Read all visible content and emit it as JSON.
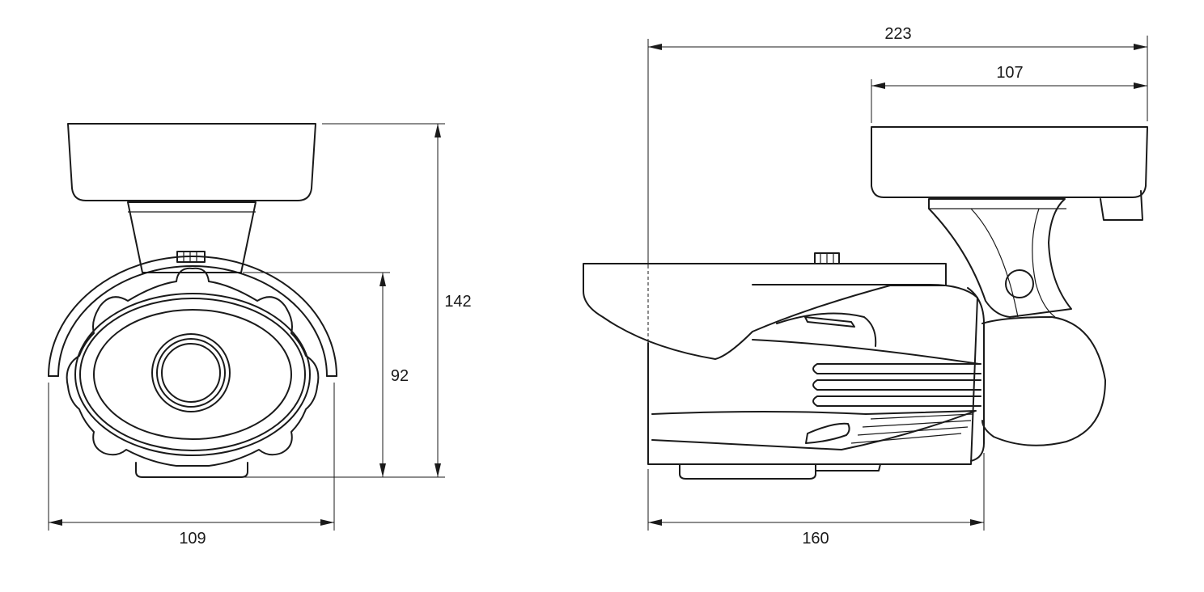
{
  "dimensions": {
    "front_width": "109",
    "front_height_total": "142",
    "front_height_body": "92",
    "side_length_total": "223",
    "side_bracket_length": "107",
    "side_body_length": "160"
  },
  "colors": {
    "line": "#1a1a1a",
    "background": "#ffffff"
  }
}
